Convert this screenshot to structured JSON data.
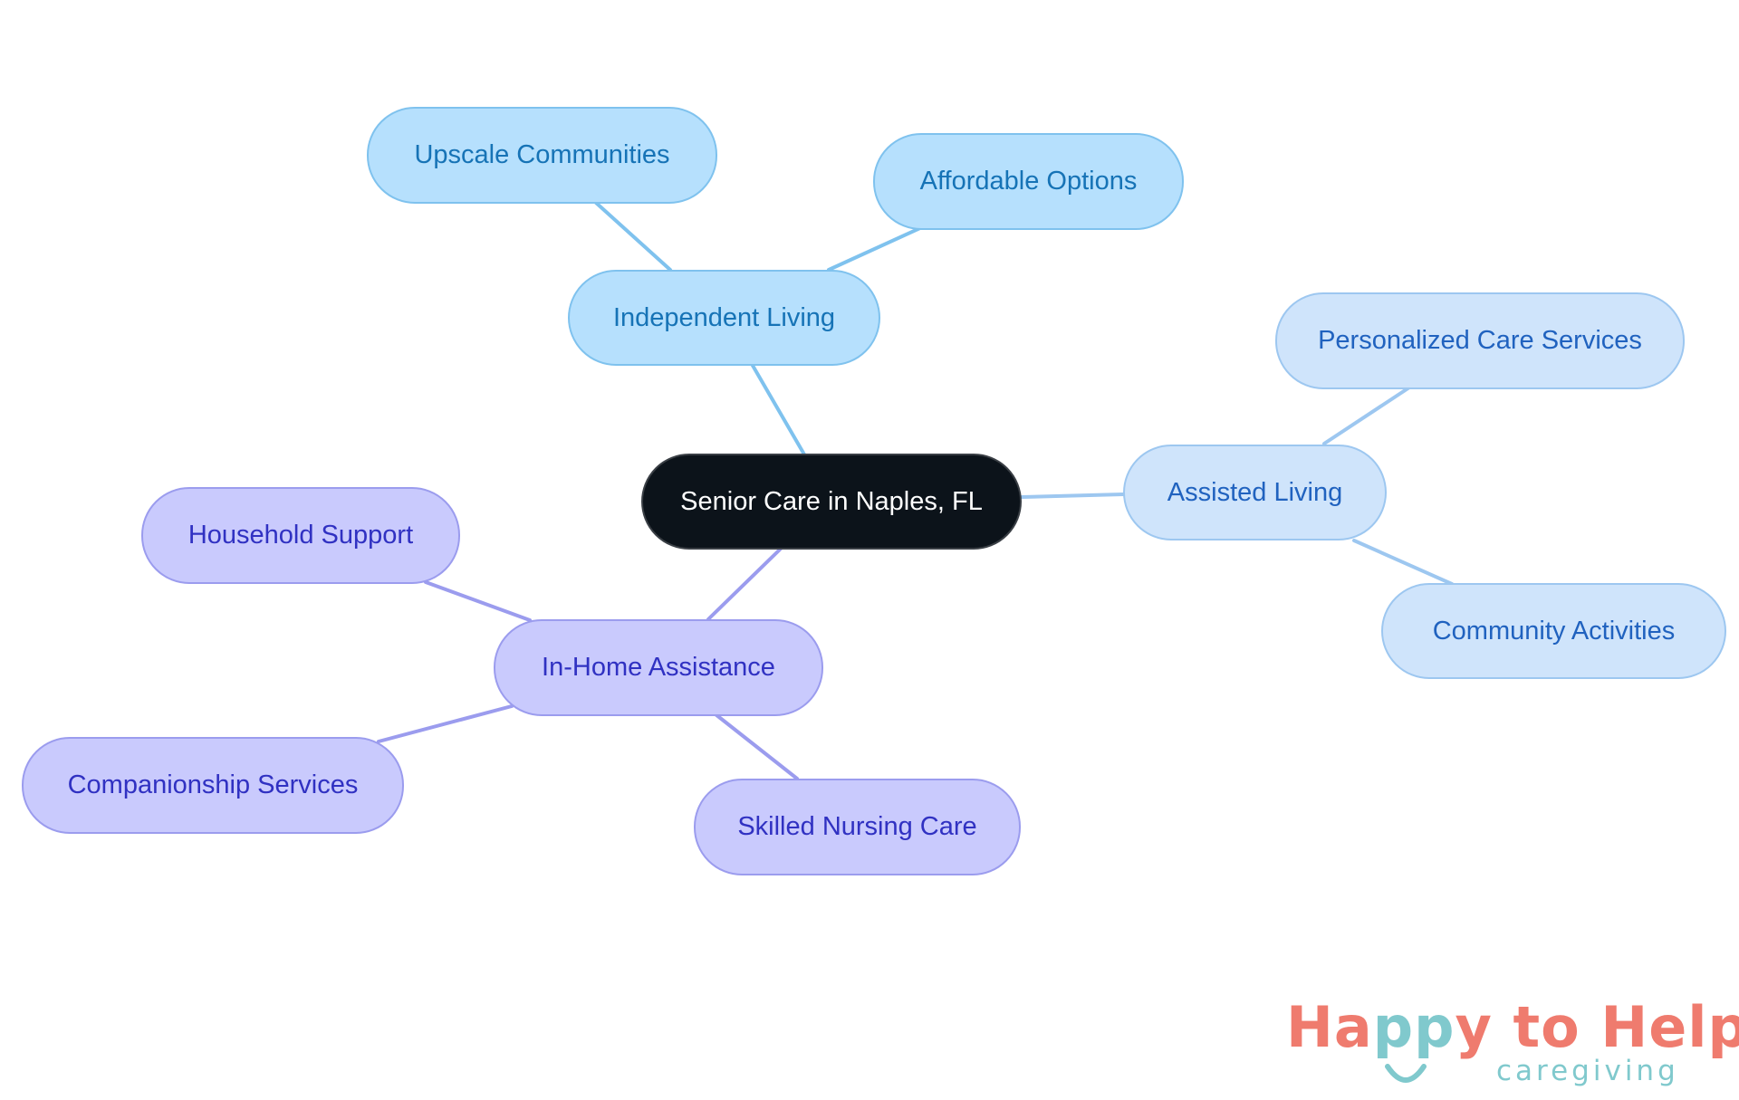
{
  "mindmap": {
    "root": {
      "label": "Senior Care in Naples, FL"
    },
    "branches": {
      "independent_living": {
        "label": "Independent Living",
        "children": {
          "upscale": "Upscale Communities",
          "affordable": "Affordable Options"
        }
      },
      "assisted_living": {
        "label": "Assisted Living",
        "children": {
          "personalized": "Personalized Care Services",
          "community": "Community Activities"
        }
      },
      "in_home": {
        "label": "In-Home Assistance",
        "children": {
          "household": "Household Support",
          "companionship": "Companionship Services",
          "nursing": "Skilled Nursing Care"
        }
      }
    }
  },
  "logo": {
    "title_part1": "Ha",
    "title_part2": "pp",
    "title_part3": "y to Help",
    "subtitle": "caregiving",
    "colors": {
      "coral": "#ef7b6e",
      "teal": "#80c9cd"
    }
  },
  "colors": {
    "root_fill": "#0c131a",
    "blue_fill": "#b6e0fd",
    "lightblue_fill": "#cfe4fb",
    "purple_fill": "#c9cafd",
    "blue_edge": "#7fc2ee",
    "lightblue_edge": "#9dc7f0",
    "purple_edge": "#9b9cee"
  }
}
